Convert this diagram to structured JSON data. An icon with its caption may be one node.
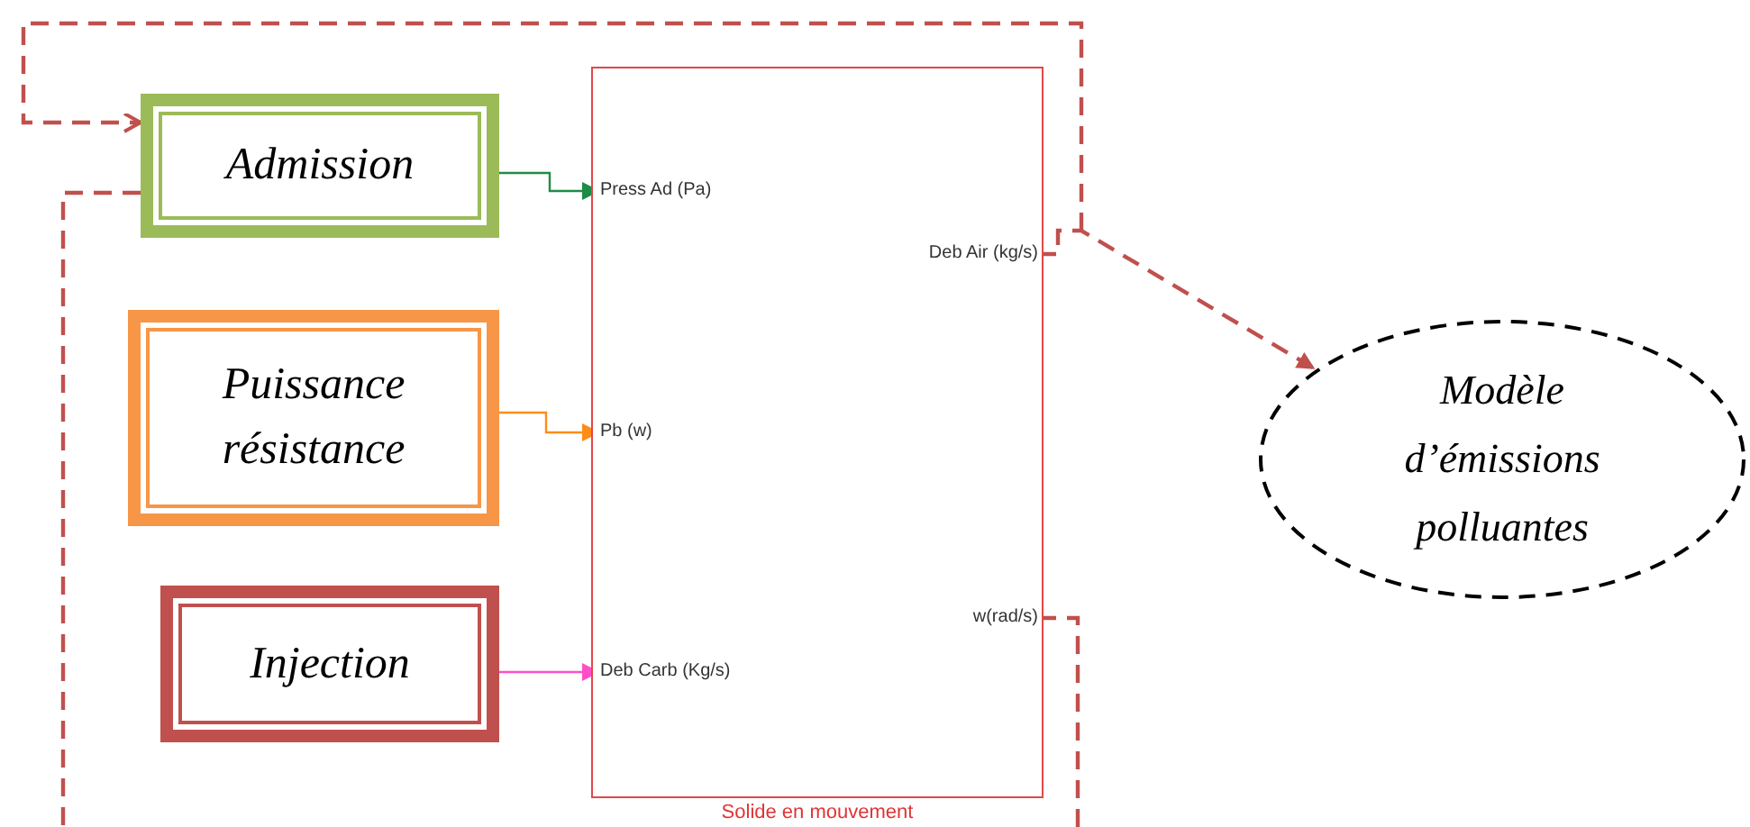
{
  "diagram": {
    "nodes": [
      {
        "text": [
          "Admission"
        ]
      },
      {
        "text": [
          "Puissance résistance"
        ]
      },
      {
        "text": [
          "Injection"
        ]
      },
      {
        "text": [
          "Solide en mouvement"
        ]
      },
      {
        "text": [
          "Press Ad (Pa)"
        ],
        "in": 3
      },
      {
        "text": [
          "Pb (w)"
        ],
        "in": 3
      },
      {
        "text": [
          "Deb Carb (Kg/s)"
        ],
        "in": 3
      },
      {
        "text": [
          "Deb Air (kg/s)"
        ],
        "in": 3
      },
      {
        "text": [
          "w(rad/s)"
        ],
        "in": 3
      },
      {
        "text": [
          "Modèle d’émissions polluantes"
        ]
      }
    ],
    "edges": [
      {
        "from": 0,
        "to": 4,
        "arrow": "to",
        "color": "#1e8c45"
      },
      {
        "from": 1,
        "to": 5,
        "arrow": "to",
        "color": "#ff8c1a"
      },
      {
        "from": 2,
        "to": 6,
        "arrow": "to",
        "color": "#ff4fc8"
      },
      {
        "from": 7,
        "to": 9,
        "arrow": "to",
        "style": "dashed",
        "color": "#c0504d"
      },
      {
        "from": 7,
        "to": 0,
        "arrow": "to",
        "style": "dashed",
        "color": "#c0504d"
      },
      {
        "from": 8,
        "to": null,
        "arrow": "none",
        "style": "dashed",
        "color": "#c0504d"
      },
      {
        "from": 0,
        "to": null,
        "arrow": "none",
        "style": "dashed",
        "color": "#c0504d"
      }
    ]
  }
}
